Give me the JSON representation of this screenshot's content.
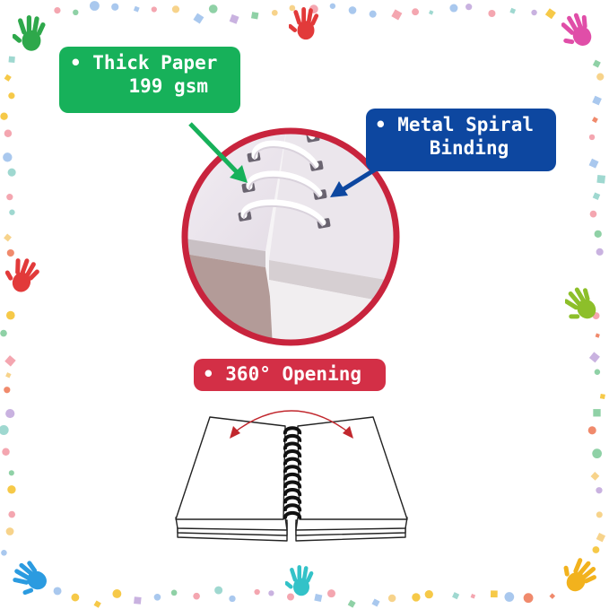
{
  "labels": {
    "thick_paper": {
      "line1": "• Thick Paper",
      "line2": "199 gsm"
    },
    "metal_spiral": {
      "line1": "• Metal Spiral",
      "line2": "Binding"
    },
    "opening": "• 360° Opening"
  },
  "icons": [
    "hand-print-icon",
    "arrow-icon",
    "spiral-binding-icon",
    "notebook-icon"
  ],
  "colors": {
    "green": "#17b15a",
    "blue": "#0d47a0",
    "red": "#d32f46",
    "hands": [
      "#2ea84b",
      "#e23a3a",
      "#e04ea8",
      "#8dbf2a",
      "#2b9be0",
      "#33c2c8",
      "#f2b21d"
    ]
  }
}
